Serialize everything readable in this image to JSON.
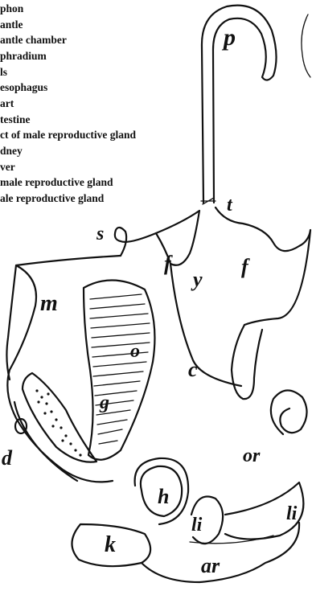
{
  "legend": [
    "phon",
    "antle",
    "antle chamber",
    "phradium",
    "ls",
    "esophagus",
    "art",
    "testine",
    "ct of male reproductive gland",
    "dney",
    "ver",
    "male reproductive gland",
    "ale reproductive gland"
  ],
  "labels": {
    "p": "p",
    "t": "t",
    "s": "s",
    "f_left": "f",
    "y": "y",
    "f_right": "f",
    "m": "m",
    "o": "o",
    "c": "c",
    "g": "g",
    "d": "d",
    "or": "or",
    "h": "h",
    "li_left": "li",
    "li_right": "li",
    "k": "k",
    "ar": "ar"
  }
}
